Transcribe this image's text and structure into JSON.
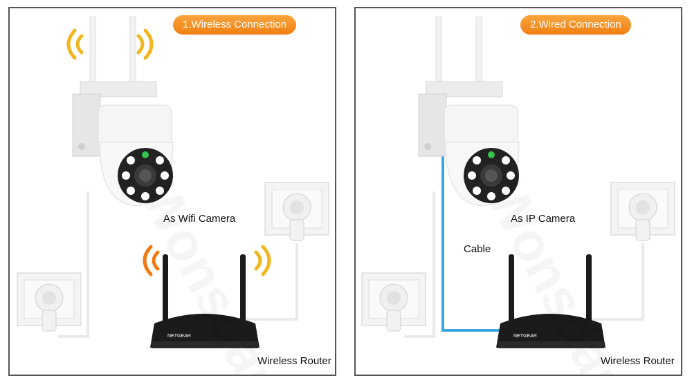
{
  "panels": [
    {
      "title": "1.Wireless Connection",
      "camera_label": "As Wifi Camera",
      "router_label": "Wireless Router"
    },
    {
      "title": "2.Wired Connection",
      "camera_label": "As IP Camera",
      "cable_label": "Cable",
      "router_label": "Wireless Router"
    }
  ],
  "watermark": "Wonsdar",
  "router_brand": "NETGEAR",
  "colors": {
    "pill_orange": "#f39019",
    "signal_orange": "#f07a10",
    "signal_yellow": "#f2b720",
    "cable_blue": "#3aa6e0",
    "router_black": "#1b1b1b"
  }
}
